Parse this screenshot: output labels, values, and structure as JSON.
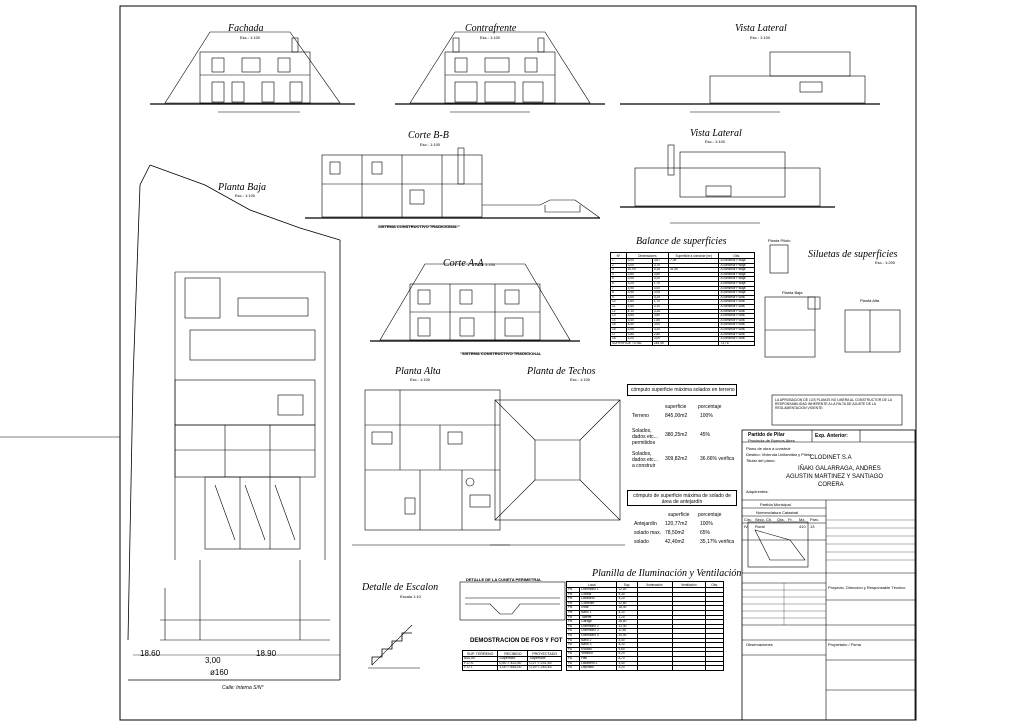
{
  "drawings": {
    "fachada": {
      "title": "Fachada",
      "scale": "Esc.: 1:100"
    },
    "contrafrente": {
      "title": "Contrafrente",
      "scale": "Esc.: 1:100"
    },
    "vista_lateral_1": {
      "title": "Vista Lateral",
      "scale": "Esc.: 1:100"
    },
    "vista_lateral_2": {
      "title": "Vista Lateral",
      "scale": "Esc.: 1:100"
    },
    "corte_bb": {
      "title": "Corte B-B",
      "scale": "Esc.: 1:100",
      "note": "SISTEMA CONSTRUCTIVO TRADICIONAL"
    },
    "corte_aa": {
      "title": "Corte A-A",
      "scale": "Esc.: 1:100",
      "note": "SISTEMA CONSTRUCTIVO TRADICIONAL"
    },
    "planta_baja": {
      "title": "Planta Baja",
      "scale": "Esc.: 1:100"
    },
    "planta_alta": {
      "title": "Planta Alta",
      "scale": "Esc.: 1:100"
    },
    "planta_techos": {
      "title": "Planta de Techos",
      "scale": "Esc.: 1:100"
    },
    "detalle_escalon": {
      "title": "Detalle de Escalon",
      "scale": "Escala 1:10"
    },
    "detalle_cuneta": {
      "title": "DETALLE DE LA CUNETA PERIMETRAL"
    },
    "siluetas": {
      "title": "Siluetas de superficies",
      "scale": "Esc.: 1:200",
      "planta_piloto": "Planta Piloto",
      "planta_baja": "Planta Baja",
      "planta_alta": "Planta Alta"
    }
  },
  "plot_dims": {
    "left": "18.60",
    "bottom": "18.90",
    "mid": "3,00",
    "angle": "ø160",
    "street": "Calle: Interna S/N°"
  },
  "balance": {
    "title": "Balance de superficies",
    "headers": [
      "Nº",
      "Dimensiones",
      "Superficie a construir (m²)",
      "Obs."
    ],
    "rows": [
      [
        "1",
        "3,00",
        "3,67",
        "7,35",
        "A construir P.Baja"
      ],
      [
        "2",
        "3,00",
        "3,70",
        "",
        "A construir P.Baja"
      ],
      [
        "3",
        "10,00",
        "4,15",
        "41,50",
        "A construir P.Baja"
      ],
      [
        "4",
        "3,60",
        "3,60",
        "",
        "A construir P.Baja"
      ],
      [
        "5",
        "3,95",
        "4,20",
        "",
        "A construir P.Baja"
      ],
      [
        "6",
        "3,20",
        "1,70",
        "",
        "A construir P.Baja"
      ],
      [
        "7",
        "3,90",
        "3,00",
        "",
        "A construir P.Baja"
      ],
      [
        "8",
        "3,95",
        "3,05",
        "",
        "A construir P.Baja"
      ],
      [
        "9",
        "3,00",
        "4,25",
        "",
        "A construir P.Alta"
      ],
      [
        "10",
        "1,80",
        "1,70",
        "",
        "A construir P.Alta"
      ],
      [
        "11",
        "3,40",
        "3,10",
        "",
        "A construir P.Alta"
      ],
      [
        "12",
        "4,10",
        "3,26",
        "",
        "A construir P.Alta"
      ],
      [
        "13",
        "3,80",
        "3,60",
        "",
        "A construir P.Alta"
      ],
      [
        "14",
        "3,40",
        "1,85",
        "",
        "A construir P.Alta"
      ],
      [
        "15",
        "4,50",
        "3,00",
        "",
        "A construir P.Alta"
      ],
      [
        "16",
        "3,55",
        "3,20",
        "",
        "A construir P.Alta"
      ],
      [
        "17",
        "3,85",
        "2,80",
        "",
        "A construir P.Alta"
      ],
      [
        "18",
        "2,00",
        "3,00",
        "",
        "A construir P.Alta"
      ]
    ],
    "total": [
      "SUPERFICIE TOTAL",
      "245,45",
      "",
      "73,75"
    ]
  },
  "fos": {
    "title": "cómputo superficie máxima solados en terreno",
    "col1": "superficie",
    "col2": "porcentaje",
    "rows": [
      {
        "label": "Terreno",
        "sup": "845,00m2",
        "pct": "100%"
      },
      {
        "label": "Solados, dados etc... permitidos",
        "sup": "380,25m2",
        "pct": "45%"
      },
      {
        "label": "Solados, dados etc... a construir",
        "sup": "309,82m2",
        "pct": "36.66% verifica"
      }
    ]
  },
  "antejardin": {
    "title": "cómputo de superficie máxima de solado de área de antejardín",
    "col1": "superficie",
    "col2": "porcentaje",
    "rows": [
      {
        "label": "Antejardín",
        "sup": "120,77m2",
        "pct": "100%"
      },
      {
        "label": "solado max.",
        "sup": "78,50m2",
        "pct": "65%"
      },
      {
        "label": "solado",
        "sup": "42,40m2",
        "pct": "35,17% verifica"
      }
    ]
  },
  "iluminacion": {
    "title": "Planilla de Iluminación y Ventilación",
    "headers": [
      "Local",
      "Sup.",
      "Iluminación",
      "Ventilación",
      "Obs."
    ],
    "rows": [
      [
        "PB",
        "Dormitorio 1",
        "12,50"
      ],
      [
        "PB",
        "Cocina",
        "9,30"
      ],
      [
        "PB",
        "Lavadero",
        "4,20"
      ],
      [
        "PB",
        "Comedor",
        "22,80"
      ],
      [
        "PB",
        "Estar",
        "18,40"
      ],
      [
        "PB",
        "Baño 1",
        "4,10"
      ],
      [
        "PB",
        "Toilette",
        "2,20"
      ],
      [
        "PB",
        "Garage",
        "28,60"
      ],
      [
        "PA",
        "Dormitorio 2",
        "12,30"
      ],
      [
        "PA",
        "Dormitorio 3",
        "11,80"
      ],
      [
        "PA",
        "Dormitorio 4",
        "10,90"
      ],
      [
        "PA",
        "Baño 2",
        "4,40"
      ],
      [
        "PA",
        "Baño 3",
        "4,10"
      ],
      [
        "PA",
        "Estudio",
        "9,60"
      ],
      [
        "PA",
        "Vestidor",
        "5,20"
      ],
      [
        "PA",
        "Hall",
        "8,70"
      ],
      [
        "PA",
        "Lavadero 2",
        "3,40"
      ],
      [
        "PA",
        "Depósito",
        "3,20"
      ]
    ]
  },
  "fos_fot": {
    "title": "DEMOSTRACION DE FOS Y FOT",
    "headers": [
      "SUP. TERRENO",
      "RECIBIDO",
      "PROYECTADO"
    ],
    "rows": [
      [
        "845,00",
        "Superficie",
        "Superficie"
      ],
      [
        "F.O.S.",
        "0,50 = 422,50",
        "0,27 = 231,45"
      ],
      [
        "F.O.T.",
        "1,00 = 845,00",
        "0,29 = 245,45"
      ]
    ]
  },
  "title_block": {
    "partido": "Partido de Pilar",
    "provincia": "Provincia de Buenos Aires",
    "exp": "Exp. Anterior:",
    "plano": "Plano de obra a construir",
    "destino": "Destino: Vivienda Unifamiliar y Pileta",
    "titular": "Titular del plano:",
    "adquirentes": "Adquirentes:",
    "company": "CLODINET S.A",
    "owners": [
      "IÑAKI GALARRAGA, ANDRES",
      "AGUSTIN MARTINEZ Y SANTIAGO",
      "CORERA"
    ],
    "partida": "Partida Municipal",
    "nomenclatura": "Nomenclatura Catastral",
    "nom_headers": [
      "Circ.",
      "Secc.",
      "Ch.",
      "Qta.",
      "Fr.",
      "Mz.",
      "Parc."
    ],
    "nom_values": [
      "IV",
      "Rural",
      "",
      "",
      "",
      "410",
      "13"
    ],
    "disclaimer": "LA APROBACION DE LOS PLANOS NO LIBERA AL CONSTRUCTOR DE LA RESPONSABILIDAD INHERENTE A LA FALTA DE AJUSTE DE LA REGLAMENTACION VIGENTE.",
    "aprobado": "Observaciones",
    "propietario": "Propietario / Firma",
    "proyectista": "Proyecto, Dirección y Responsable Técnico"
  }
}
